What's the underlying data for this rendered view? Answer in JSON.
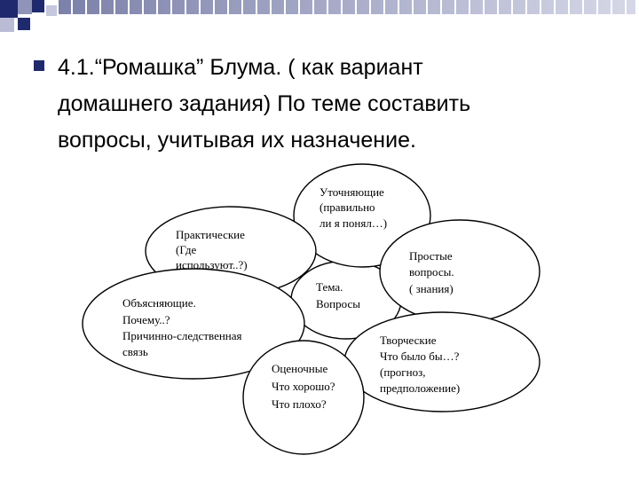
{
  "slide": {
    "bullet_lines": [
      "4.1.“Ромашка” Блума. ( как вариант",
      "домашнего задания) По теме составить",
      "вопросы, учитывая их назначение."
    ],
    "accent_color": "#1f2a6e"
  },
  "diagram": {
    "center": [
      "Тема.",
      "Вопросы"
    ],
    "petals": {
      "clarifying": [
        "Уточняющие",
        "(правильно",
        "ли я понял…)"
      ],
      "practical": [
        "Практические",
        "(Где",
        "используют..?)"
      ],
      "simple": [
        "Простые",
        "вопросы.",
        "( знания)"
      ],
      "explaining": [
        "Объясняющие.",
        "Почему..?",
        "Причинно-следственная",
        "связь"
      ],
      "creative": [
        "Творческие",
        "Что было бы…?",
        "(прогноз,",
        "предположение)"
      ],
      "evaluative": [
        "Оценочные",
        "Что хорошо?",
        "Что плохо?"
      ]
    }
  }
}
